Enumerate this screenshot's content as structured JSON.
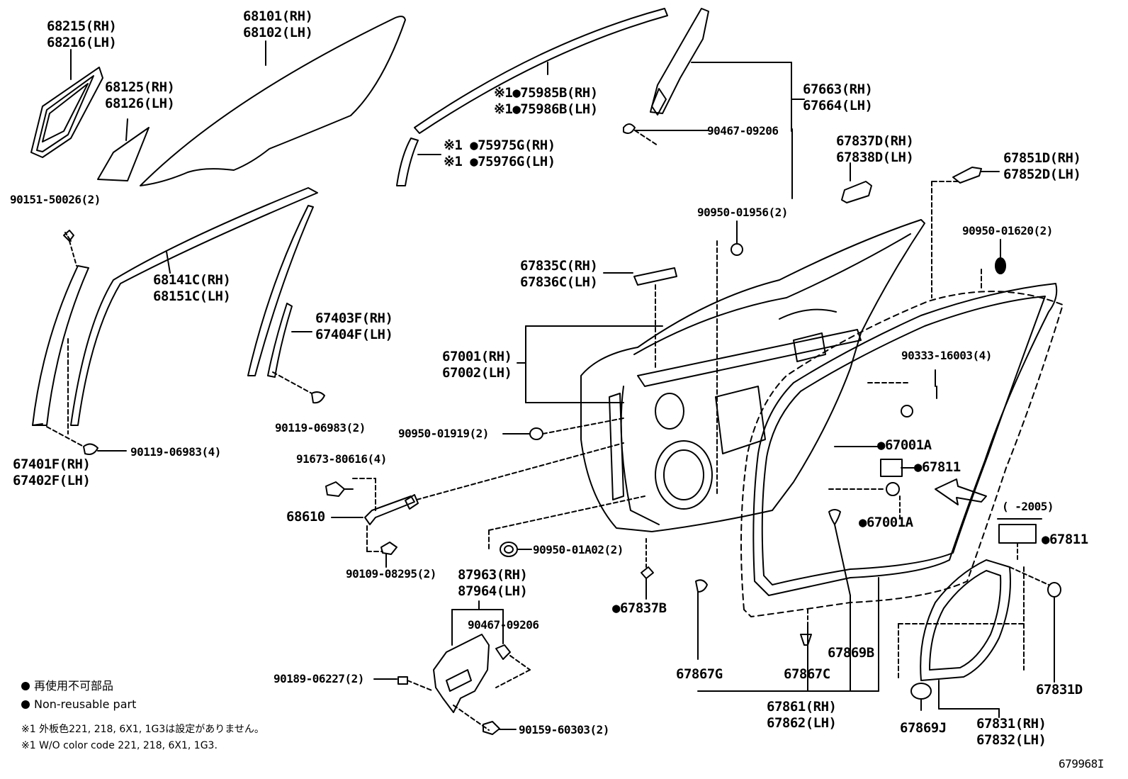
{
  "labels": {
    "p68215": "68215(RH)",
    "p68216": "68216(LH)",
    "p68101": "68101(RH)",
    "p68102": "68102(LH)",
    "p68125": "68125(RH)",
    "p68126": "68126(LH)",
    "p75985": "※1●75985B(RH)",
    "p75986": "※1●75986B(LH)",
    "p75975": "※1 ●75975G(RH)",
    "p75976": "※1 ●75976G(LH)",
    "p67663": "67663(RH)",
    "p67664": "67664(LH)",
    "p90467a": "90467-09206",
    "p67837": "67837D(RH)",
    "p67838": "67838D(LH)",
    "p67851": "67851D(RH)",
    "p67852": "67852D(LH)",
    "p90151": "90151-50026(2)",
    "p90950a": "90950-01956(2)",
    "p90950b": "90950-01620(2)",
    "p68141": "68141C(RH)",
    "p68151": "68151C(LH)",
    "p67835": "67835C(RH)",
    "p67836": "67836C(LH)",
    "p67403": "67403F(RH)",
    "p67404": "67404F(LH)",
    "p67001": "67001(RH)",
    "p67002": "67002(LH)",
    "p90333": "90333-16003(4)",
    "p90119a": "90119-06983(2)",
    "p90950c": "90950-01919(2)",
    "p67001a1": "●67001A",
    "p67401": "67401F(RH)",
    "p67402": "67402F(LH)",
    "p90119b": "90119-06983(4)",
    "p67811a": "●67811",
    "p91673": "91673-80616(4)",
    "p68610": "68610",
    "p67001a2": "●67001A",
    "p2005": "(    -2005)",
    "p67811b": "●67811",
    "p90950d": "90950-01A02(2)",
    "p90109": "90109-08295(2)",
    "p87963": "87963(RH)",
    "p87964": "87964(LH)",
    "p67837b": "●67837B",
    "p90467b": "90467-09206",
    "p67869b": "67869B",
    "p90189": "90189-06227(2)",
    "p67867g": "67867G",
    "p67867c": "67867C",
    "p67831d": "67831D",
    "p67861": "67861(RH)",
    "p67862": "67862(LH)",
    "p67869j": "67869J",
    "p67831": "67831(RH)",
    "p67832": "67832(LH)",
    "p90159": "90159-60303(2)"
  },
  "legend": {
    "line1": "再使用不可部品",
    "line2": "Non-reusable part"
  },
  "notes": {
    "jp": "※1 外板色221, 218, 6X1, 1G3は設定がありません。",
    "en": "※1 W/O color code 221, 218, 6X1, 1G3."
  },
  "footer_code": "679968I"
}
